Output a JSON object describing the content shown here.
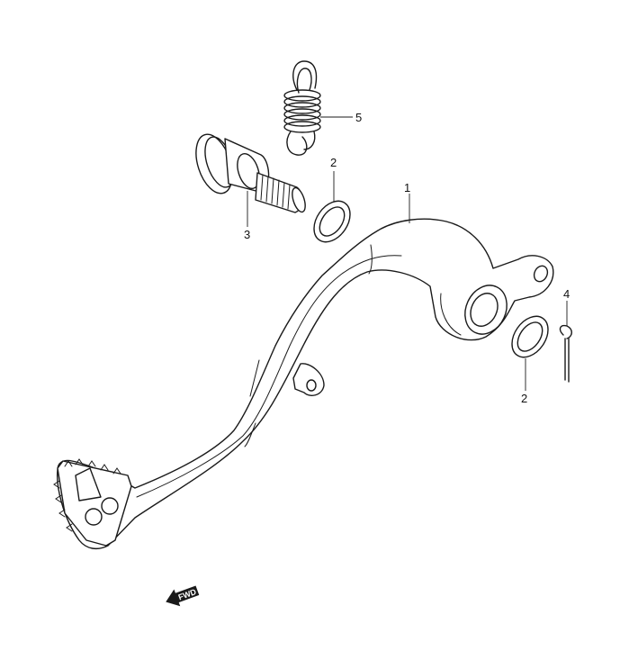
{
  "callouts": {
    "pedal": "1",
    "washer_upper": "2",
    "pivot_bolt": "3",
    "cotter_pin": "4",
    "return_spring": "5",
    "washer_lower": "2"
  },
  "fwd_badge": {
    "label": "FWD",
    "icon": "arrow-left-icon"
  },
  "colors": {
    "ink": "#1a1a1a",
    "background": "#ffffff"
  }
}
